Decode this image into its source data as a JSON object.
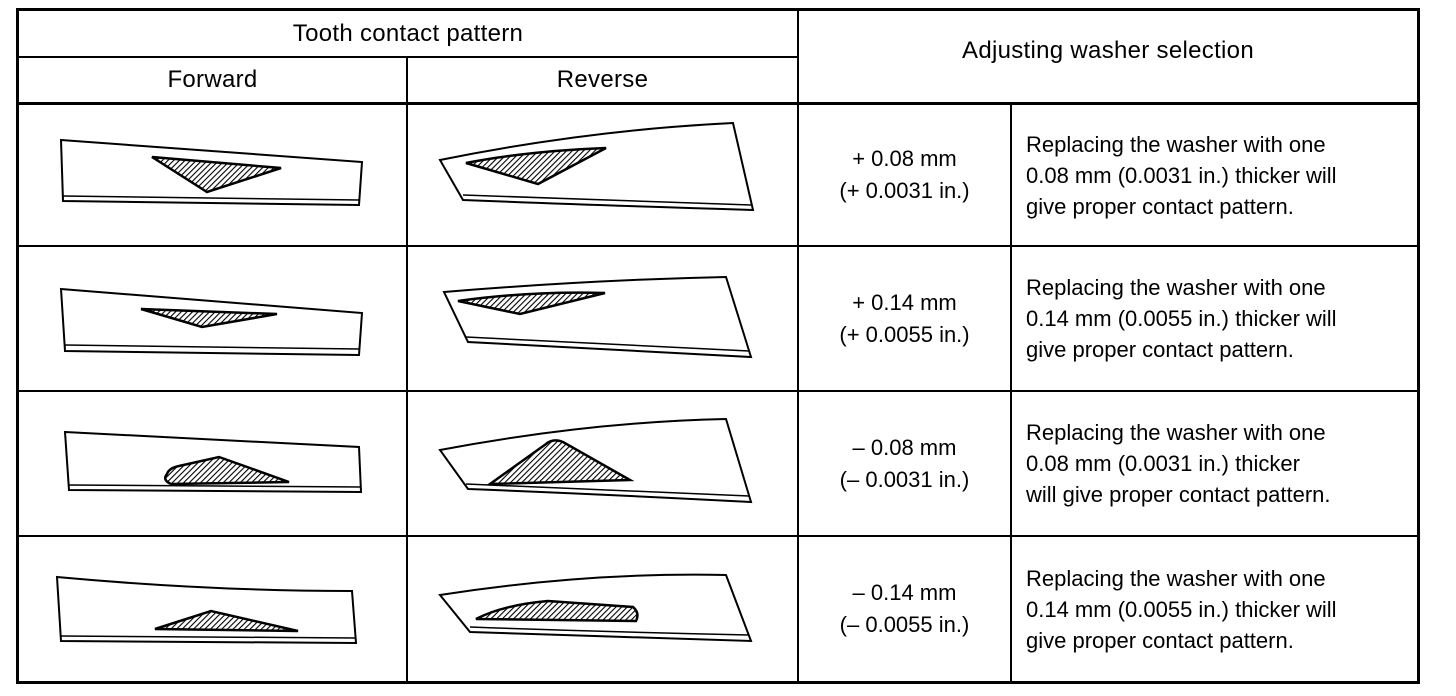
{
  "table": {
    "header": {
      "tooth_contact_pattern": "Tooth contact pattern",
      "forward": "Forward",
      "reverse": "Reverse",
      "adjusting_washer_selection": "Adjusting washer selection"
    },
    "rows": [
      {
        "adjust_mm": "+ 0.08 mm",
        "adjust_in": "(+ 0.0031 in.)",
        "desc_lines": [
          "Replacing the washer with one",
          "0.08 mm (0.0031 in.) thicker will",
          "give proper contact pattern."
        ]
      },
      {
        "adjust_mm": "+ 0.14 mm",
        "adjust_in": "(+ 0.0055 in.)",
        "desc_lines": [
          "Replacing the washer with one",
          "0.14 mm (0.0055 in.) thicker will",
          "give proper contact pattern."
        ]
      },
      {
        "adjust_mm": "– 0.08 mm",
        "adjust_in": "(– 0.0031 in.)",
        "desc_lines": [
          "Replacing the washer with one",
          "0.08 mm (0.0031 in.) thicker",
          "will give proper contact pattern."
        ]
      },
      {
        "adjust_mm": "– 0.14 mm",
        "adjust_in": "(– 0.0055 in.)",
        "desc_lines": [
          "Replacing the washer with one",
          "0.14 mm (0.0055 in.) thicker will",
          "give proper contact pattern."
        ]
      }
    ]
  }
}
